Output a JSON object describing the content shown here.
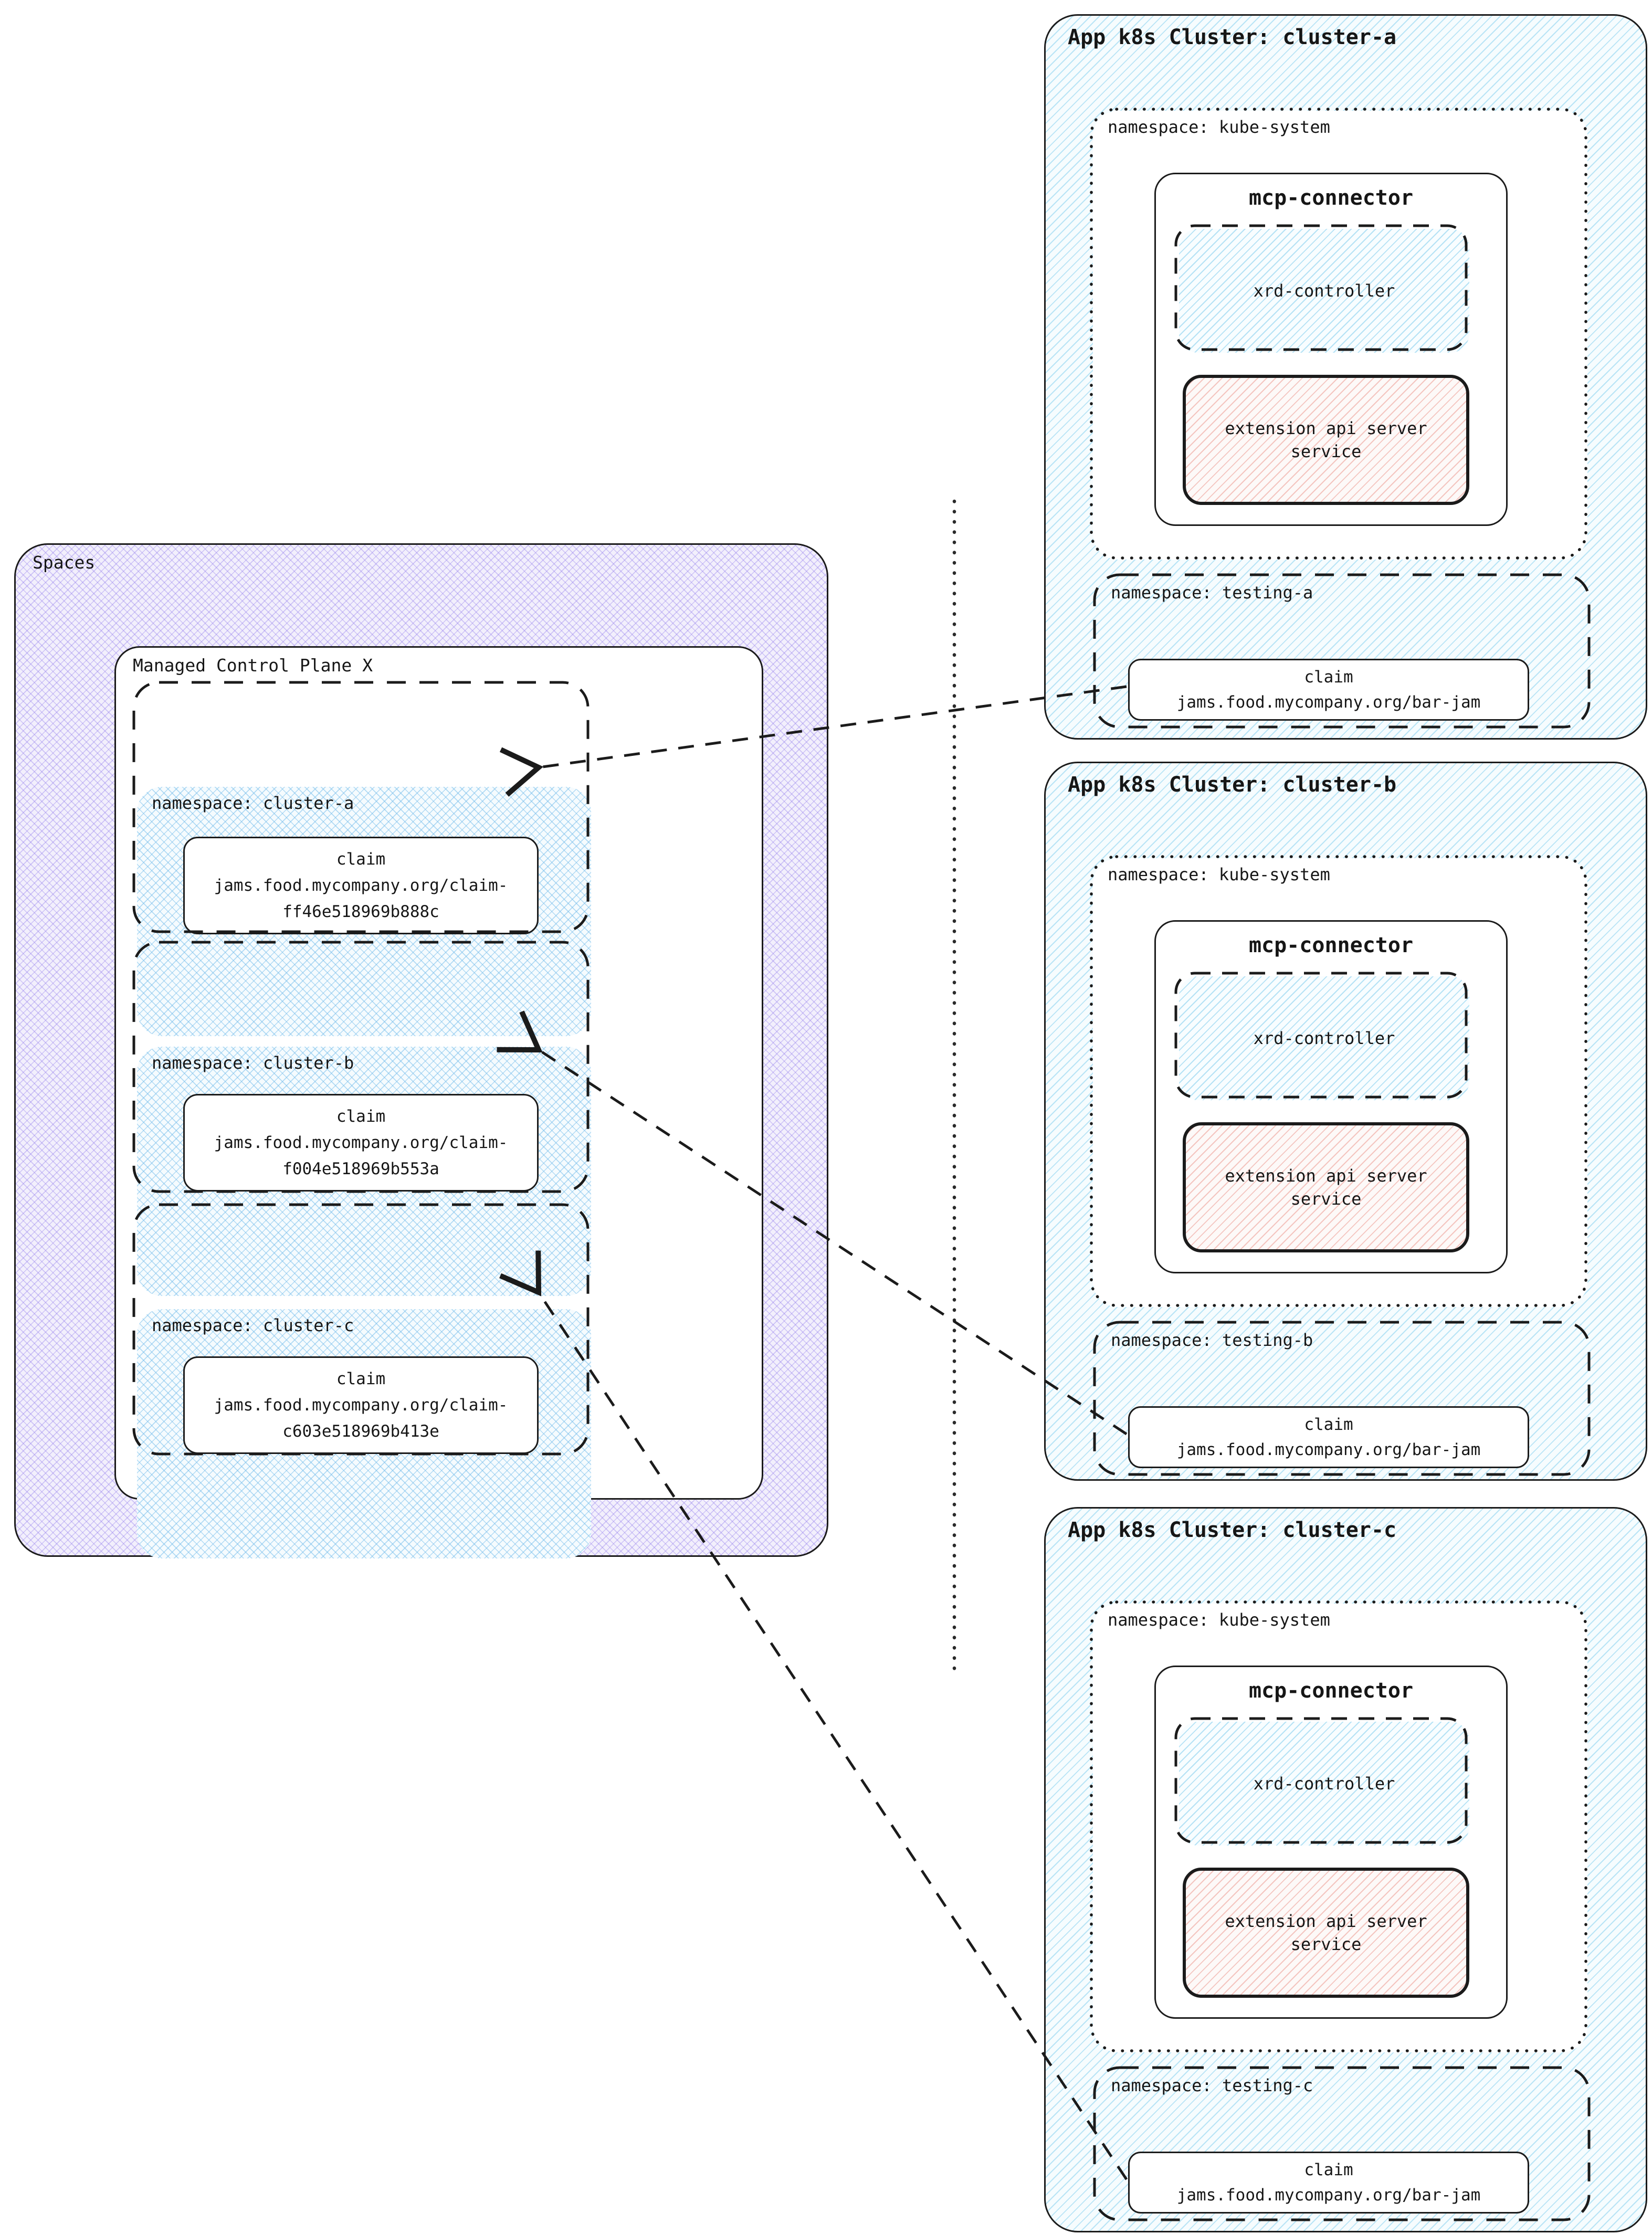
{
  "diagram": {
    "spaces": {
      "label": "Spaces",
      "control_plane": {
        "title": "Managed Control Plane X",
        "namespaces": [
          {
            "label": "namespace: cluster-a",
            "claim": {
              "title": "claim",
              "line1": "jams.food.mycompany.org/claim-",
              "line2": "ff46e518969b888c"
            }
          },
          {
            "label": "namespace: cluster-b",
            "claim": {
              "title": "claim",
              "line1": "jams.food.mycompany.org/claim-",
              "line2": "f004e518969b553a"
            }
          },
          {
            "label": "namespace: cluster-c",
            "claim": {
              "title": "claim",
              "line1": "jams.food.mycompany.org/claim-",
              "line2": "c603e518969b413e"
            }
          }
        ]
      }
    },
    "clusters": [
      {
        "title": "App k8s Cluster: cluster-a",
        "kube_namespace": {
          "label": "namespace: kube-system",
          "connector": {
            "title": "mcp-connector",
            "xrd_label": "xrd-controller",
            "ext_line1": "extension api server",
            "ext_line2": "service"
          }
        },
        "testing_namespace": {
          "label": "namespace: testing-a",
          "claim": {
            "title": "claim",
            "value": "jams.food.mycompany.org/bar-jam"
          }
        }
      },
      {
        "title": "App k8s Cluster: cluster-b",
        "kube_namespace": {
          "label": "namespace: kube-system",
          "connector": {
            "title": "mcp-connector",
            "xrd_label": "xrd-controller",
            "ext_line1": "extension api server",
            "ext_line2": "service"
          }
        },
        "testing_namespace": {
          "label": "namespace: testing-b",
          "claim": {
            "title": "claim",
            "value": "jams.food.mycompany.org/bar-jam"
          }
        }
      },
      {
        "title": "App k8s Cluster: cluster-c",
        "kube_namespace": {
          "label": "namespace: kube-system",
          "connector": {
            "title": "mcp-connector",
            "xrd_label": "xrd-controller",
            "ext_line1": "extension api server",
            "ext_line2": "service"
          }
        },
        "testing_namespace": {
          "label": "namespace: testing-c",
          "claim": {
            "title": "claim",
            "value": "jams.food.mycompany.org/bar-jam"
          }
        }
      }
    ],
    "colors": {
      "border": "#1b1b1b",
      "accent_blue": "#73c8eb",
      "accent_purple": "#947eec",
      "accent_pink": "#eb9187"
    }
  }
}
